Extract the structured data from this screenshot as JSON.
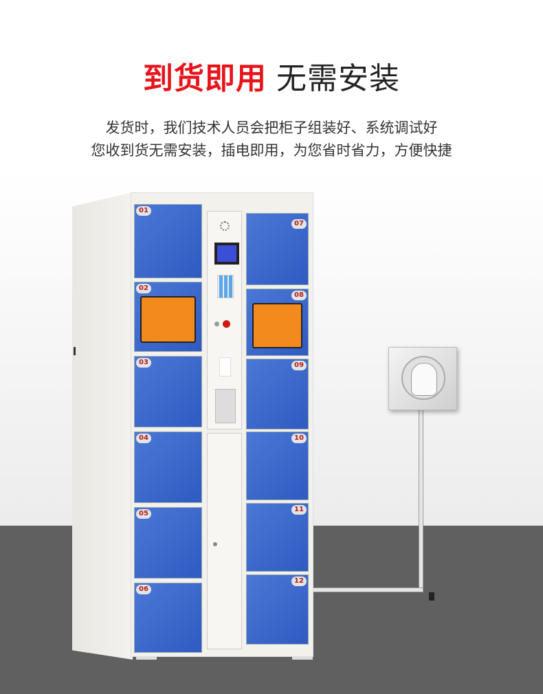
{
  "headline": {
    "red": "到货即用",
    "dark": "无需安装"
  },
  "subtitle": [
    "发货时，我们技术人员会把柜子组装好、系统调试好",
    "您收到货无需安装，插电即用，为您省时省力，方便快捷"
  ],
  "lockers": {
    "left": [
      "01",
      "02",
      "03",
      "04",
      "05",
      "06"
    ],
    "right": [
      "07",
      "08",
      "09",
      "10",
      "11",
      "12"
    ]
  },
  "colors": {
    "accent": "#e8141b",
    "door": "#3a66cc",
    "floor": "#606060"
  }
}
